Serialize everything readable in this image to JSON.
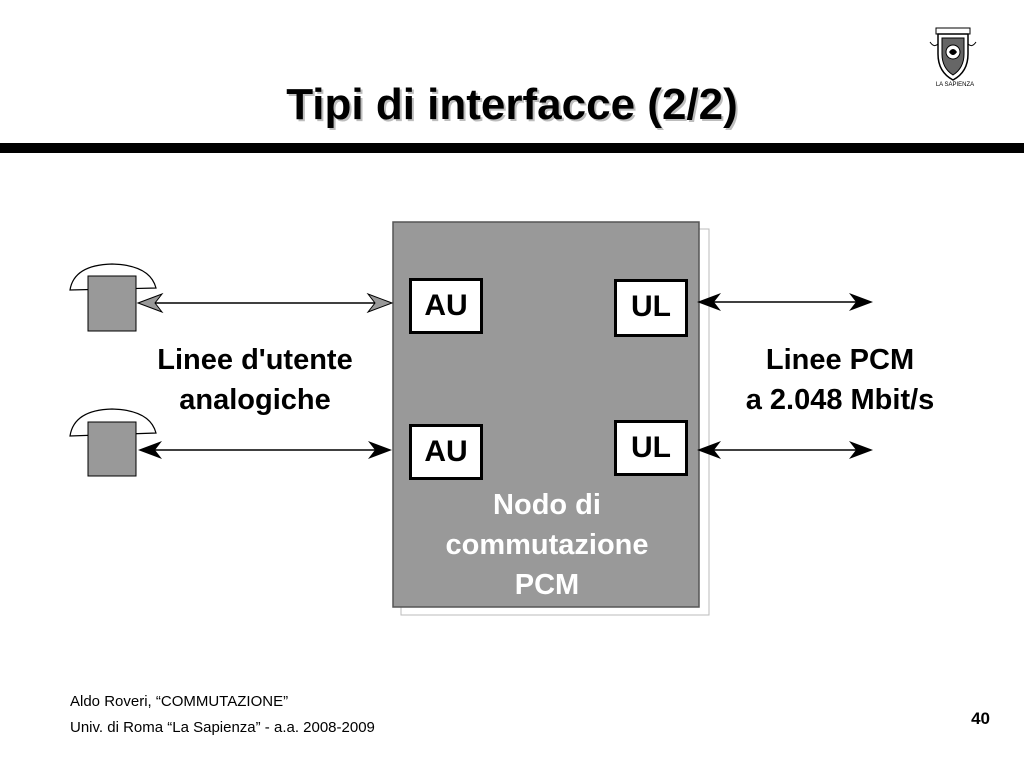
{
  "slide": {
    "title": "Tipi di interfacce (2/2)",
    "logo_caption": "LA SAPIENZA",
    "page_number": "40"
  },
  "diagram": {
    "node_caption": [
      "Nodo di",
      "commutazione",
      "PCM"
    ],
    "boxes": {
      "au_top": "AU",
      "ul_top": "UL",
      "au_bottom": "AU",
      "ul_bottom": "UL"
    },
    "left_label": [
      "Linee d'utente",
      "analogiche"
    ],
    "right_label": [
      "Linee PCM",
      "a 2.048 Mbit/s"
    ]
  },
  "footer": {
    "line1": "Aldo Roveri, “COMMUTAZIONE”",
    "line2": "Univ. di Roma “La Sapienza” - a.a. 2008-2009"
  },
  "colors": {
    "node_fill": "#999999",
    "phone_fill": "#999999",
    "title_rule": "#000000"
  }
}
